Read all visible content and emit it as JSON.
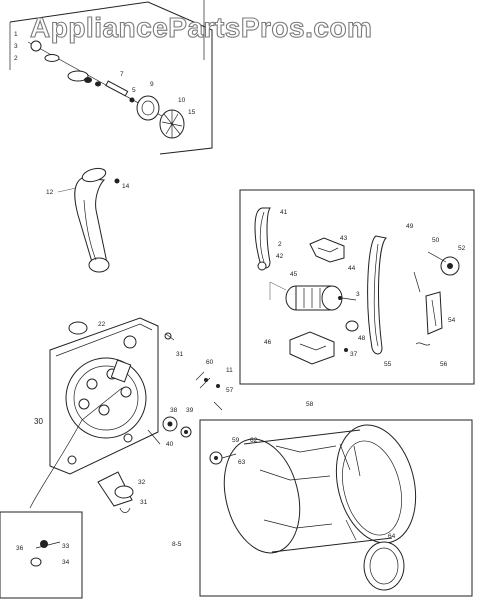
{
  "watermark": "AppliancePartsPros.com",
  "diagram_code": "8-5",
  "labels": {
    "l1": "1",
    "l2": "2",
    "l3": "3",
    "l5": "5",
    "l7": "7",
    "l9": "9",
    "l10": "10",
    "l11": "11",
    "l12": "12",
    "l14": "14",
    "l15": "15",
    "l22": "22",
    "l30": "30",
    "l31": "31",
    "l32": "32",
    "l33": "33",
    "l34": "34",
    "l36": "36",
    "l37": "37",
    "l38": "38",
    "l39": "39",
    "l40": "40",
    "l41": "41",
    "l42": "42",
    "l43": "43",
    "l44": "44",
    "l45": "45",
    "l46": "46",
    "l48": "48",
    "l49": "49",
    "l50": "50",
    "l52": "52",
    "l54": "54",
    "l55": "55",
    "l56": "56",
    "l57": "57",
    "l58": "58",
    "l59": "59",
    "l60": "60",
    "l62": "62",
    "l63": "63",
    "l64": "64"
  }
}
